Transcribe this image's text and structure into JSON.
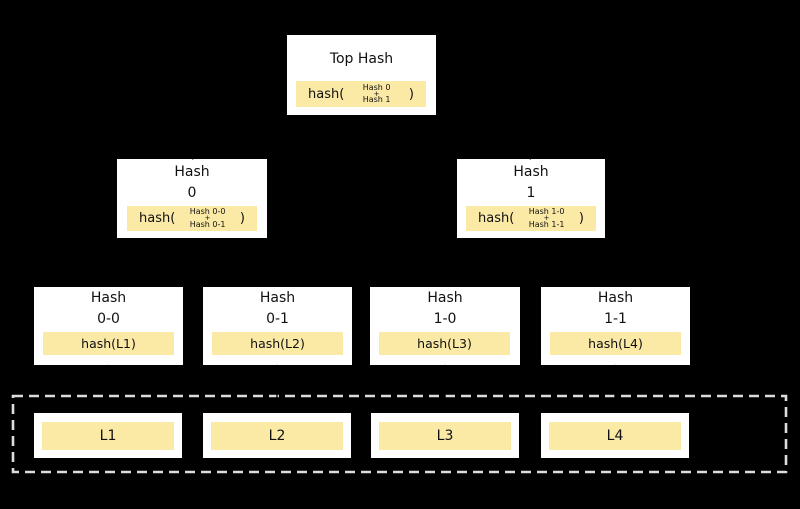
{
  "colors": {
    "background": "#000000",
    "node_fill": "#FFFFFF",
    "highlight_fill": "#FBE9A6",
    "dashed_border": "#DCDCDC",
    "arrow": "#000000",
    "text": "#111111"
  },
  "nodes": {
    "top": {
      "title": "Top Hash",
      "fn_open": "hash(",
      "operand_top": "Hash 0",
      "operator": "+",
      "operand_bottom": "Hash 1",
      "fn_close": ")"
    },
    "hash_0": {
      "title_line1": "Hash",
      "title_line2": "0",
      "fn_open": "hash(",
      "operand_top": "Hash 0-0",
      "operator": "+",
      "operand_bottom": "Hash 0-1",
      "fn_close": ")"
    },
    "hash_1": {
      "title_line1": "Hash",
      "title_line2": "1",
      "fn_open": "hash(",
      "operand_top": "Hash 1-0",
      "operator": "+",
      "operand_bottom": "Hash 1-1",
      "fn_close": ")"
    },
    "hash_0_0": {
      "title_line1": "Hash",
      "title_line2": "0-0",
      "formula": "hash(L1)"
    },
    "hash_0_1": {
      "title_line1": "Hash",
      "title_line2": "0-1",
      "formula": "hash(L2)"
    },
    "hash_1_0": {
      "title_line1": "Hash",
      "title_line2": "1-0",
      "formula": "hash(L3)"
    },
    "hash_1_1": {
      "title_line1": "Hash",
      "title_line2": "1-1",
      "formula": "hash(L4)"
    }
  },
  "data_blocks": {
    "l1": "L1",
    "l2": "L2",
    "l3": "L3",
    "l4": "L4"
  }
}
